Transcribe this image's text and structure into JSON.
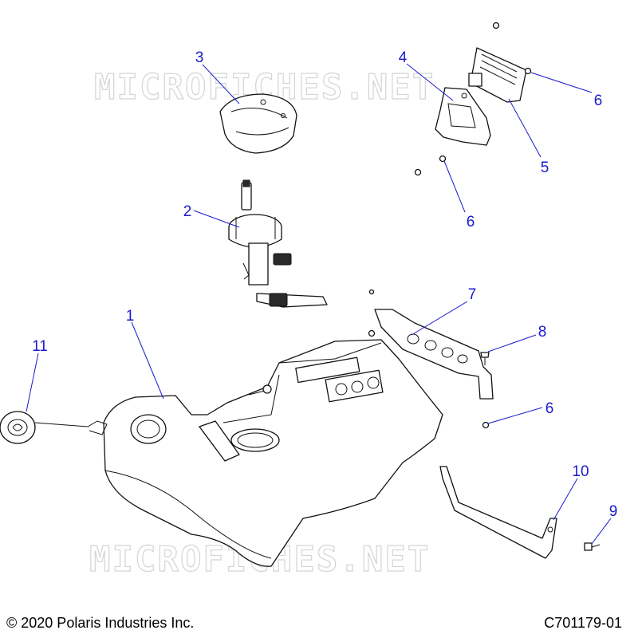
{
  "watermark_text": "MICROFICHES.NET",
  "callouts": [
    {
      "id": "c1",
      "label": "1"
    },
    {
      "id": "c2",
      "label": "2"
    },
    {
      "id": "c3",
      "label": "3"
    },
    {
      "id": "c4",
      "label": "4"
    },
    {
      "id": "c5",
      "label": "5"
    },
    {
      "id": "c6a",
      "label": "6"
    },
    {
      "id": "c6b",
      "label": "6"
    },
    {
      "id": "c6c",
      "label": "6"
    },
    {
      "id": "c7",
      "label": "7"
    },
    {
      "id": "c8",
      "label": "8"
    },
    {
      "id": "c9",
      "label": "9"
    },
    {
      "id": "c10",
      "label": "10"
    },
    {
      "id": "c11",
      "label": "11"
    }
  ],
  "footer": {
    "copyright": "© 2020 Polaris Industries Inc.",
    "diagram_code": "C701179-01"
  },
  "colors": {
    "callout": "#1a1ad0",
    "line": "#111111",
    "watermark": "#d4d4d4"
  }
}
